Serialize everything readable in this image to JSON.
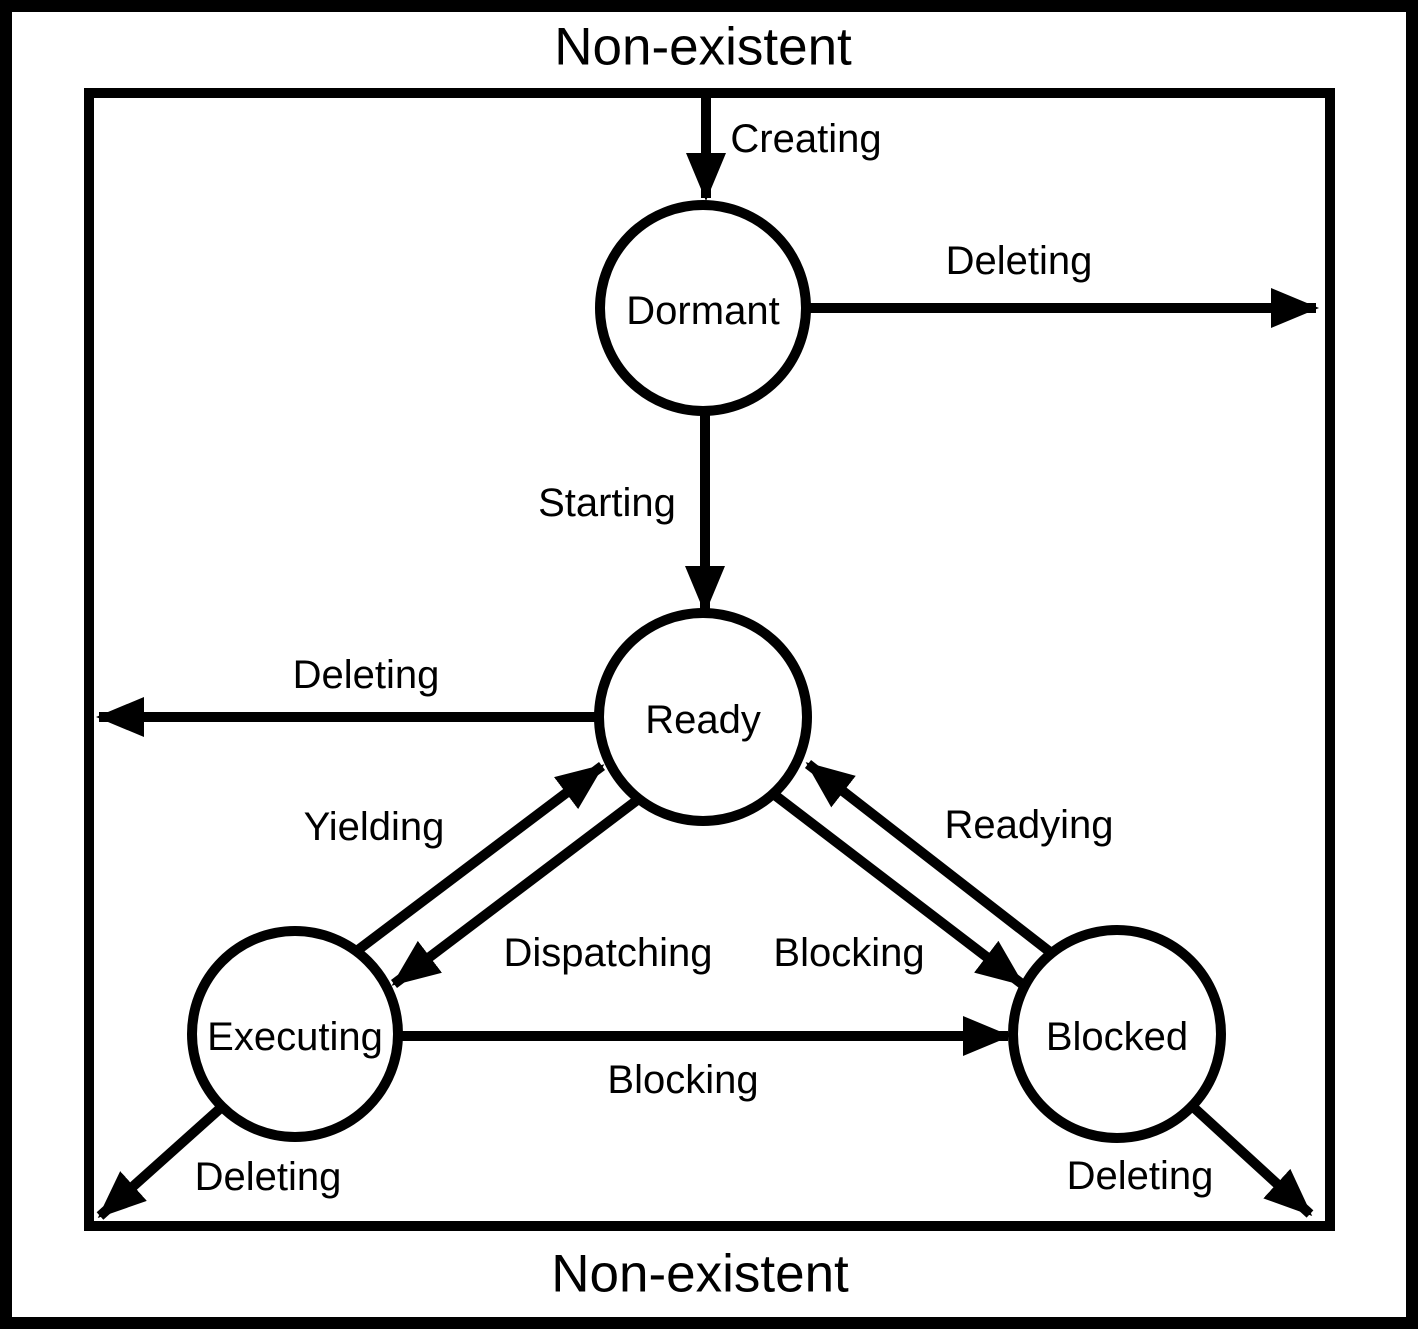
{
  "diagram": {
    "title_top": "Non-existent",
    "title_bottom": "Non-existent",
    "colors": {
      "ink": "#000000",
      "background": "#ffffff"
    },
    "states": [
      {
        "id": "dormant",
        "label": "Dormant"
      },
      {
        "id": "ready",
        "label": "Ready"
      },
      {
        "id": "executing",
        "label": "Executing"
      },
      {
        "id": "blocked",
        "label": "Blocked"
      }
    ],
    "transitions": [
      {
        "id": "creating",
        "label": "Creating",
        "from": "Non-existent",
        "to": "Dormant"
      },
      {
        "id": "deleting-from-dormant",
        "label": "Deleting",
        "from": "Dormant",
        "to": "Non-existent"
      },
      {
        "id": "starting",
        "label": "Starting",
        "from": "Dormant",
        "to": "Ready"
      },
      {
        "id": "deleting-from-ready",
        "label": "Deleting",
        "from": "Ready",
        "to": "Non-existent"
      },
      {
        "id": "yielding",
        "label": "Yielding",
        "from": "Executing",
        "to": "Ready"
      },
      {
        "id": "dispatching",
        "label": "Dispatching",
        "from": "Ready",
        "to": "Executing"
      },
      {
        "id": "readying",
        "label": "Readying",
        "from": "Blocked",
        "to": "Ready"
      },
      {
        "id": "blocking-to-blocked",
        "label": "Blocking",
        "from": "Ready",
        "to": "Blocked"
      },
      {
        "id": "blocking-exec-to-blocked",
        "label": "Blocking",
        "from": "Executing",
        "to": "Blocked"
      },
      {
        "id": "deleting-from-executing",
        "label": "Deleting",
        "from": "Executing",
        "to": "Non-existent"
      },
      {
        "id": "deleting-from-blocked",
        "label": "Deleting",
        "from": "Blocked",
        "to": "Non-existent"
      }
    ]
  }
}
